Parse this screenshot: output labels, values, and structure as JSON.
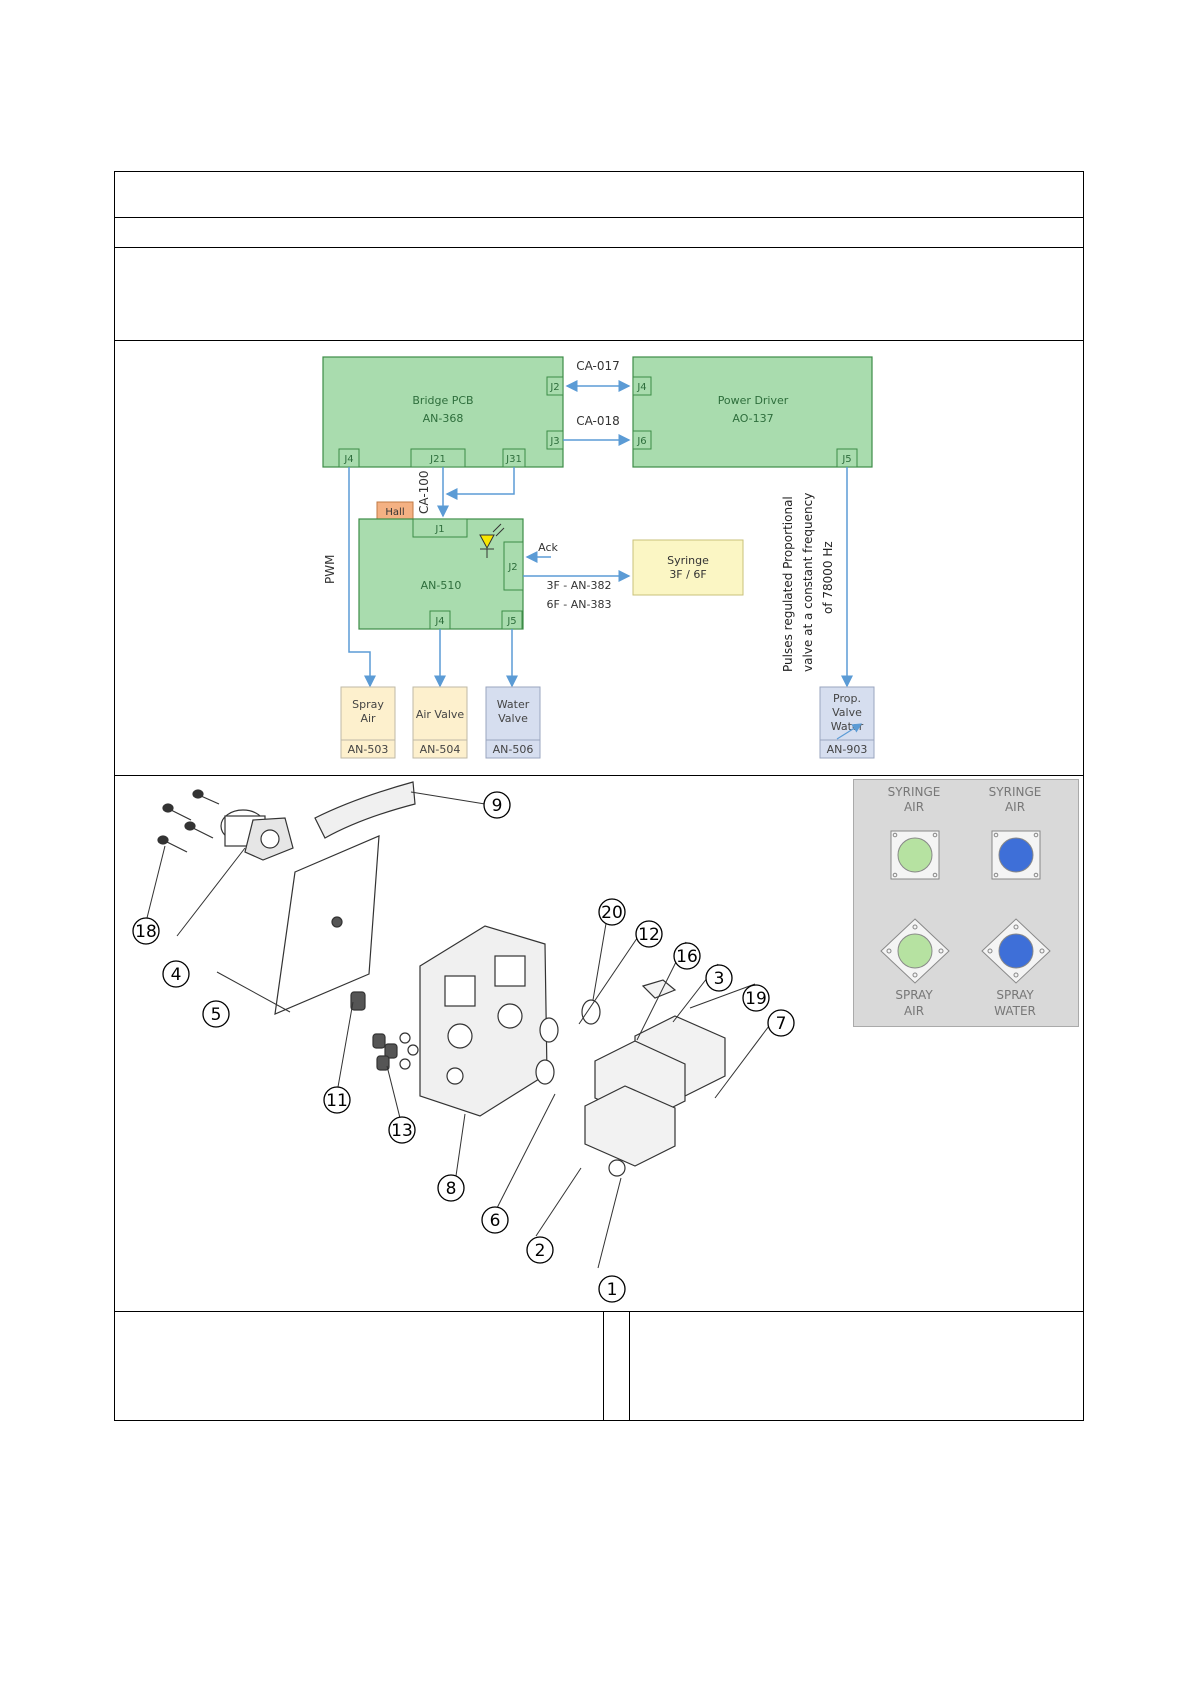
{
  "block_diagram": {
    "bridge": {
      "name": "Bridge PCB",
      "code": "AN-368",
      "j2": "J2",
      "j3": "J3",
      "j4": "J4",
      "j21": "J21",
      "j31": "J31"
    },
    "power": {
      "name": "Power Driver",
      "code": "AO-137",
      "j4": "J4",
      "j6": "J6",
      "j5": "J5"
    },
    "an510": {
      "code": "AN-510",
      "j1": "J1",
      "j2": "J2",
      "j4": "J4",
      "j5": "J5",
      "hall": "Hall"
    },
    "syringe": {
      "line1": "Syringe",
      "line2": "3F / 6F"
    },
    "cables": {
      "ca017": "CA-017",
      "ca018": "CA-018",
      "ca100": "CA-100",
      "pwm": "PWM",
      "ack": "Ack",
      "an382": "3F - AN-382",
      "an383": "6F - AN-383"
    },
    "pulse_note": [
      "Pulses regulated Proportional",
      "valve at a constant frequency",
      "of 78000 Hz"
    ],
    "valves": [
      {
        "line1": "Spray",
        "line2": "Air",
        "code": "AN-503"
      },
      {
        "line1": "",
        "line2": "Air Valve",
        "code": "AN-504"
      },
      {
        "line1": "Water",
        "line2": "Valve",
        "code": "AN-506"
      },
      {
        "line1": "Prop.",
        "line2": "Valve",
        "line3": "Water",
        "code": "AN-903"
      }
    ],
    "colors": {
      "pcb_fill": "#a9dcae",
      "pcb_stroke": "#3c8c46",
      "air_fill": "#fdf0cd",
      "water_fill": "#d6deef",
      "hall_fill": "#f4b183",
      "syringe_fill": "#fbf6c4",
      "arrow": "#5b9bd5"
    }
  },
  "callouts": [
    "9",
    "18",
    "4",
    "5",
    "20",
    "12",
    "16",
    "3",
    "19",
    "7",
    "11",
    "13",
    "8",
    "6",
    "2",
    "1"
  ],
  "button_panel": {
    "syringe_air": [
      "SYRINGE",
      "AIR"
    ],
    "syringe_water": [
      "SYRINGE",
      "AIR"
    ],
    "spray_air": [
      "SPRAY",
      "AIR"
    ],
    "spray_water": [
      "SPRAY",
      "WATER"
    ],
    "colors": {
      "green": "#b6e2a1",
      "blue": "#3e6fd8",
      "panel": "#d9d9d9"
    }
  }
}
